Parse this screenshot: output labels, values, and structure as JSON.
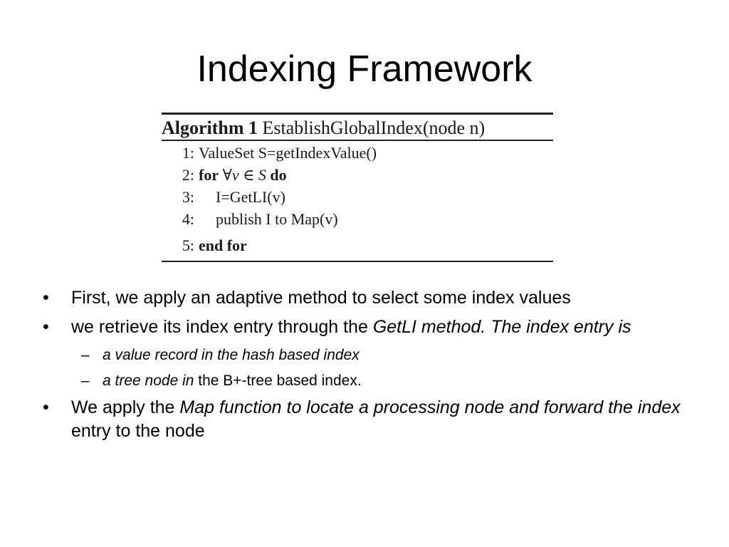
{
  "slide": {
    "title": "Indexing Framework"
  },
  "algorithm": {
    "label": "Algorithm 1",
    "name": "EstablishGlobalIndex(node n)",
    "lines": [
      {
        "num": "1:",
        "text": "ValueSet S=getIndexValue()"
      },
      {
        "num": "2:",
        "kw1": "for",
        "math": "∀v ∈ S",
        "kw2": "do"
      },
      {
        "num": "3:",
        "text": "I=GetLI(v)"
      },
      {
        "num": "4:",
        "text": "publish I to Map(v)"
      },
      {
        "num": "5:",
        "text": "end for"
      }
    ]
  },
  "bullets": [
    {
      "marker": "•",
      "text": "First, we apply an adaptive method to select some index values"
    },
    {
      "marker": "•",
      "text_plain": "we retrieve its index entry through the ",
      "text_italic": "GetLI method. The index entry is"
    },
    {
      "marker": "–",
      "text_italic": "a value record in the hash based index"
    },
    {
      "marker": "–",
      "text_italic": "a tree node in",
      "text_plain": " the B+-tree based index."
    },
    {
      "marker": "•",
      "text_plain": "We apply the ",
      "text_italic": "Map function to locate a processing node and forward the index",
      "text_plain_end": " entry to the node"
    }
  ]
}
